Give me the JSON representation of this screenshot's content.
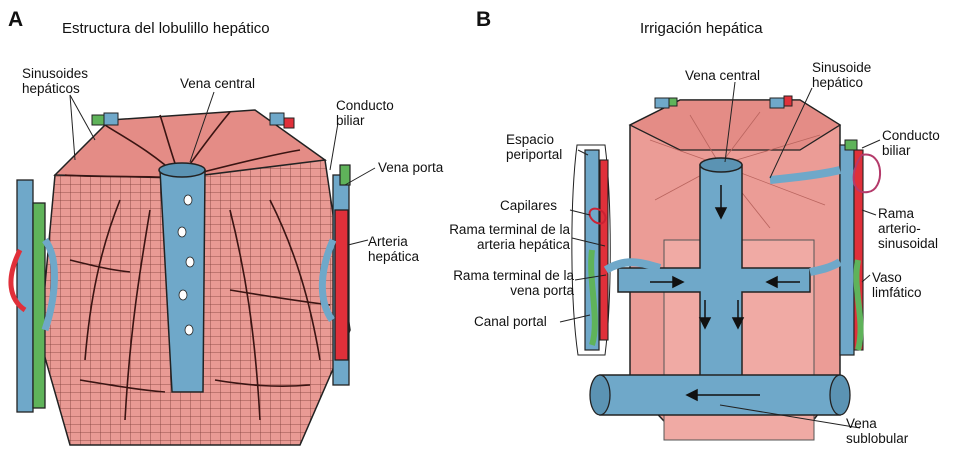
{
  "panel_a": {
    "letter": "A",
    "title": "Estructura del lobulillo hepático",
    "labels": {
      "sinusoides": "Sinusoides hepáticos",
      "vena_central": "Vena central",
      "conducto_biliar": "Conducto biliar",
      "vena_porta": "Vena porta",
      "arteria_hepatica": "Arteria hepática"
    }
  },
  "panel_b": {
    "letter": "B",
    "title": "Irrigación hepática",
    "labels": {
      "vena_central": "Vena central",
      "sinusoide": "Sinusoide hepático",
      "espacio_periportal": "Espacio periportal",
      "conducto_biliar": "Conducto biliar",
      "capilares": "Capilares",
      "rama_arteria": "Rama terminal de la arteria hepática",
      "rama_arterio_sinusoidal": "Rama arterio-sinusoidal",
      "rama_vena_porta": "Rama terminal de la vena porta",
      "vaso_linfatico": "Vaso limfático",
      "canal_portal": "Canal portal",
      "vena_sublobular": "Vena sublobular"
    }
  },
  "colors": {
    "tissue": "#e99a94",
    "tissue_dark": "#c9625c",
    "vein": "#6fa8c9",
    "artery": "#e0303a",
    "bile": "#5fb35a",
    "outline": "#222222"
  }
}
